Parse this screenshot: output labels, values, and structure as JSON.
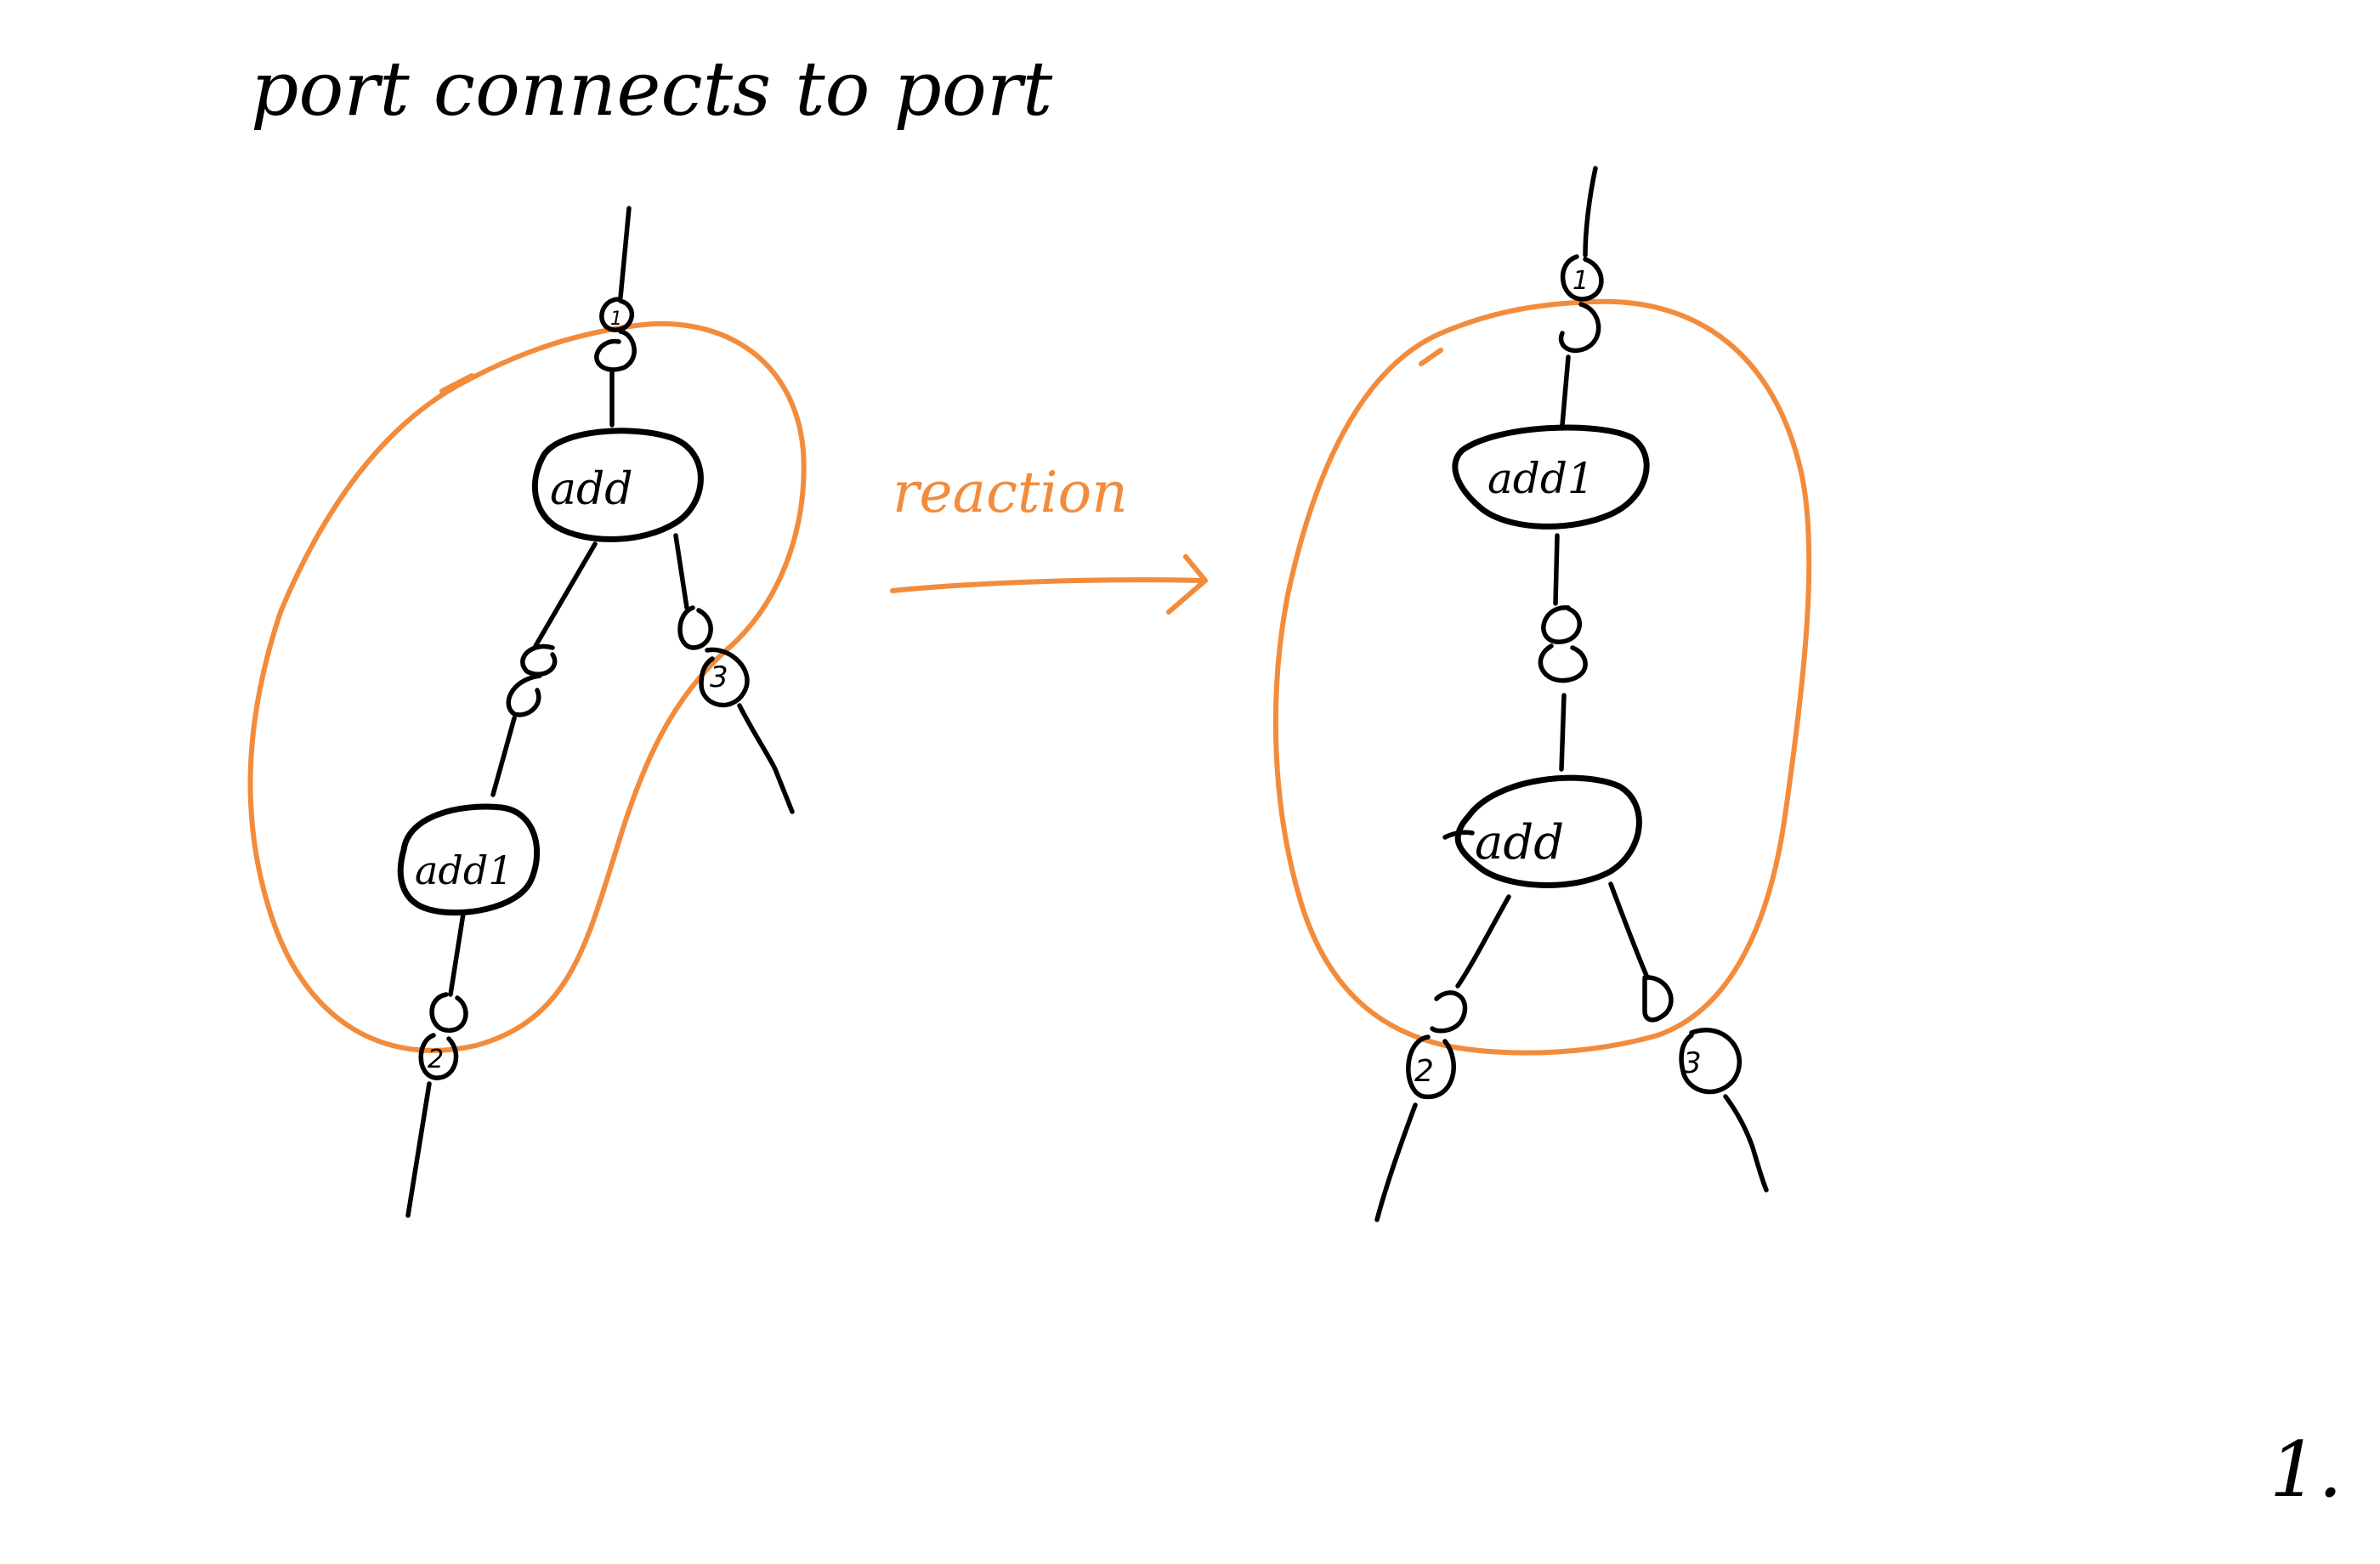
{
  "title": "port connects to port",
  "arrow_label": "reaction",
  "page_number": "1.",
  "colors": {
    "ink": "#000000",
    "highlight": "#f28c3c",
    "background": "#ffffff"
  },
  "before": {
    "top_node": "add",
    "bottom_node": "add1",
    "ports": [
      "1",
      "2",
      "3"
    ]
  },
  "after": {
    "top_node": "add1",
    "bottom_node": "add",
    "ports": [
      "1",
      "2",
      "3"
    ]
  }
}
